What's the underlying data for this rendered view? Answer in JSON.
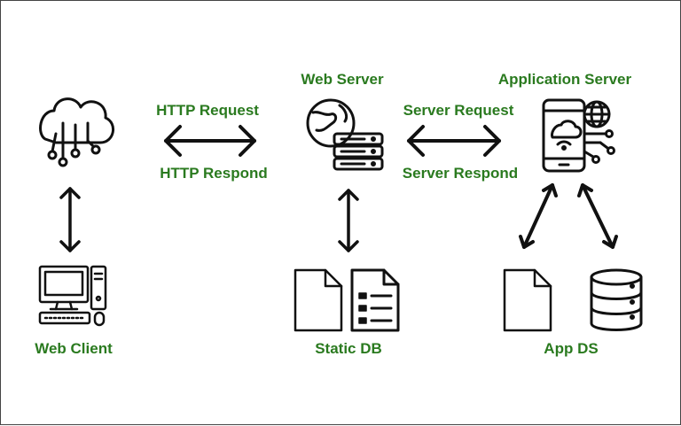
{
  "colors": {
    "label": "#2a7a1f",
    "stroke": "#111111"
  },
  "nodes": {
    "web_server": "Web Server",
    "application_server": "Application Server",
    "web_client": "Web Client",
    "static_db": "Static DB",
    "app_ds": "App DS"
  },
  "edges": {
    "http_request": "HTTP Request",
    "http_respond": "HTTP Respond",
    "server_request": "Server Request",
    "server_respond": "Server Respond"
  },
  "icons": [
    "cloud-network-icon",
    "globe-server-icon",
    "phone-cloud-globe-icon",
    "desktop-computer-icon",
    "document-icon",
    "document-list-icon",
    "database-icon"
  ]
}
